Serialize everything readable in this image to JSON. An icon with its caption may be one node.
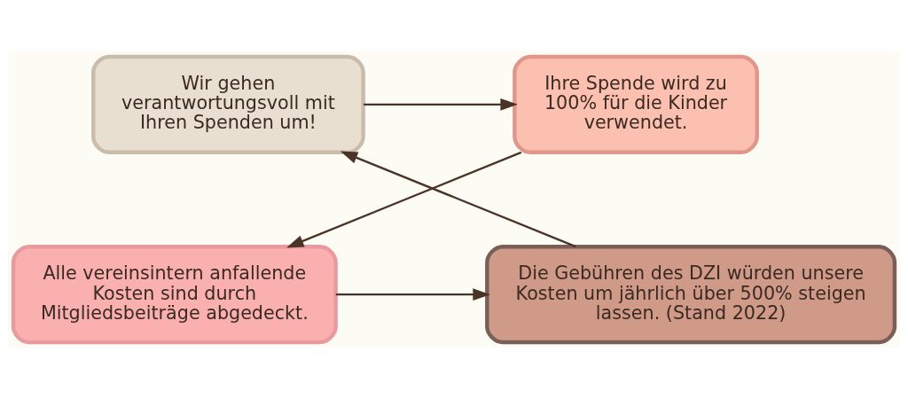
{
  "diagram": {
    "nodes": [
      {
        "text": [
          "Wir gehen verantwortungsvoll mit Ihren Spenden um!"
        ]
      },
      {
        "text": [
          "Ihre Spende wird zu 100% für die Kinder verwendet."
        ]
      },
      {
        "text": [
          "Alle vereinsintern anfallende Kosten sind durch Mitgliedsbeiträge abgedeckt."
        ]
      },
      {
        "text": [
          "Die Gebühren des DZI würden unsere Kosten um jährlich über 500% steigen lassen. (Stand 2022)"
        ]
      }
    ],
    "edges": [
      {
        "from": 0,
        "to": 1,
        "arrow": "to"
      },
      {
        "from": 1,
        "to": 2,
        "arrow": "to"
      },
      {
        "from": 2,
        "to": 3,
        "arrow": "to"
      },
      {
        "from": 3,
        "to": 0,
        "arrow": "to"
      }
    ]
  }
}
